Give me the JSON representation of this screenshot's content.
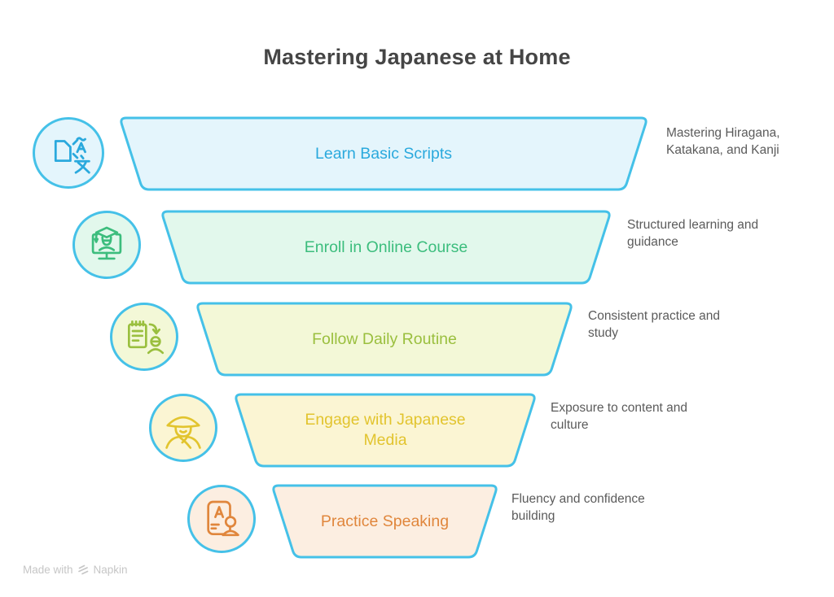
{
  "title": "Mastering Japanese at Home",
  "palette": {
    "bg": "#ffffff",
    "title_color": "#454545",
    "desc_color": "#5b5b5b",
    "footer_color": "#c6c6c6",
    "accent_border": "#45c1e8"
  },
  "footer": {
    "made_with": "Made with",
    "brand": "Napkin",
    "logo": "napkin-chevrons"
  },
  "stages": [
    {
      "label": "Learn Basic Scripts",
      "description": "Mastering Hiragana, Katakana, and Kanji",
      "icon": "translation-scripts-icon",
      "colors": {
        "border": "#45c1e8",
        "fill": "#e4f5fc",
        "text": "#2aa9dd"
      }
    },
    {
      "label": "Enroll in Online Course",
      "description": "Structured learning and guidance",
      "icon": "online-course-icon",
      "colors": {
        "border": "#45c1e8",
        "fill": "#e2f8ec",
        "text": "#3cbd7d"
      }
    },
    {
      "label": "Follow Daily Routine",
      "description": "Consistent practice and study",
      "icon": "daily-routine-icon",
      "colors": {
        "border": "#45c1e8",
        "fill": "#f3f8d7",
        "text": "#9abf3e"
      }
    },
    {
      "label": "Engage with Japanese Media",
      "description": "Exposure to content and culture",
      "icon": "japanese-culture-person-icon",
      "colors": {
        "border": "#45c1e8",
        "fill": "#fbf5d3",
        "text": "#e2c42e"
      }
    },
    {
      "label": "Practice Speaking",
      "description": "Fluency and confidence building",
      "icon": "speaking-flashcard-icon",
      "colors": {
        "border": "#45c1e8",
        "fill": "#fceee1",
        "text": "#e0863c"
      }
    }
  ]
}
